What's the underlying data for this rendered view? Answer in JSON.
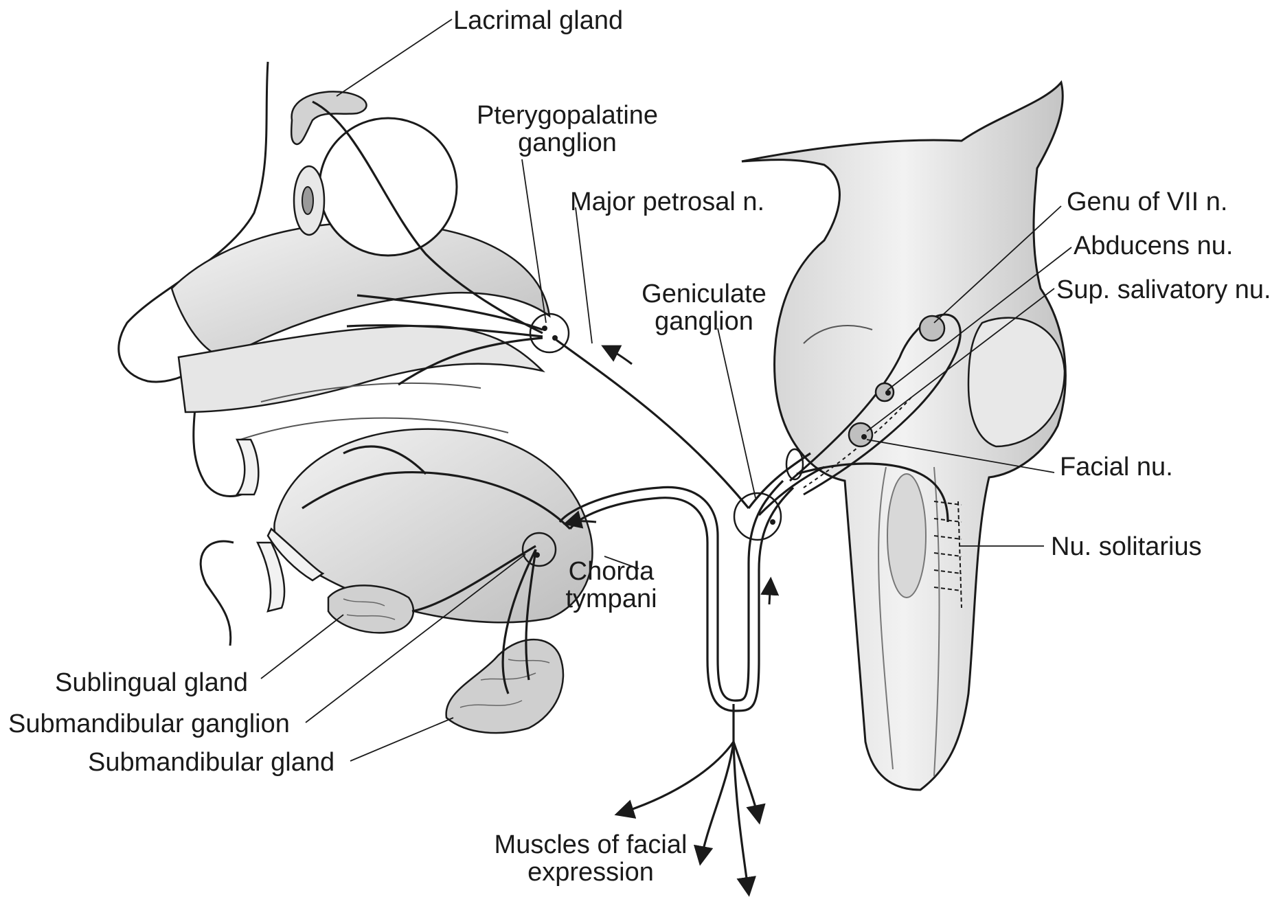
{
  "labels": {
    "lacrimal_gland": "Lacrimal gland",
    "pterygopalatine_ganglion": [
      "Pterygopalatine",
      "ganglion"
    ],
    "major_petrosal_n": "Major petrosal n.",
    "geniculate_ganglion": [
      "Geniculate",
      "ganglion"
    ],
    "genu_of_vii_n": "Genu of VII n.",
    "abducens_nu": "Abducens nu.",
    "sup_salivatory_nu": "Sup. salivatory nu.",
    "facial_nu": "Facial nu.",
    "nu_solitarius": "Nu. solitarius",
    "chorda_tympani": [
      "Chorda",
      "tympani"
    ],
    "sublingual_gland": "Sublingual gland",
    "submandibular_ganglion": "Submandibular ganglion",
    "submandibular_gland": "Submandibular gland",
    "muscles_of_facial_expression": [
      "Muscles of facial",
      "expression"
    ]
  },
  "colors": {
    "ink": "#1a1a1a",
    "shade": "#d9d9d9",
    "shade_dark": "#b8b8b8",
    "paper": "#ffffff"
  }
}
